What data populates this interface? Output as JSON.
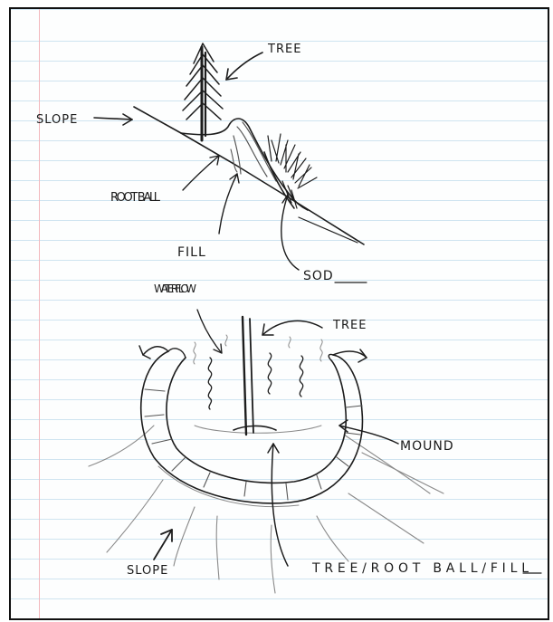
{
  "top_diagram": {
    "labels": {
      "tree": "TREE",
      "slope": "SLOPE",
      "root_ball": "ROOT BALL",
      "fill": "FILL",
      "sod": "SOD"
    }
  },
  "bottom_diagram": {
    "labels": {
      "water_flow": "WATER FLOW",
      "tree": "TREE",
      "mound": "MOUND",
      "slope": "SLOPE",
      "tree_root_ball_fill": "TREE/ROOT BALL/FILL"
    }
  },
  "colors": {
    "ink": "#1d1d1d",
    "pencil": "#8a8a8a",
    "ruled_lines": "#cfe4f0",
    "margin_line": "#f2b8bd",
    "paper": "#fdfefe"
  }
}
